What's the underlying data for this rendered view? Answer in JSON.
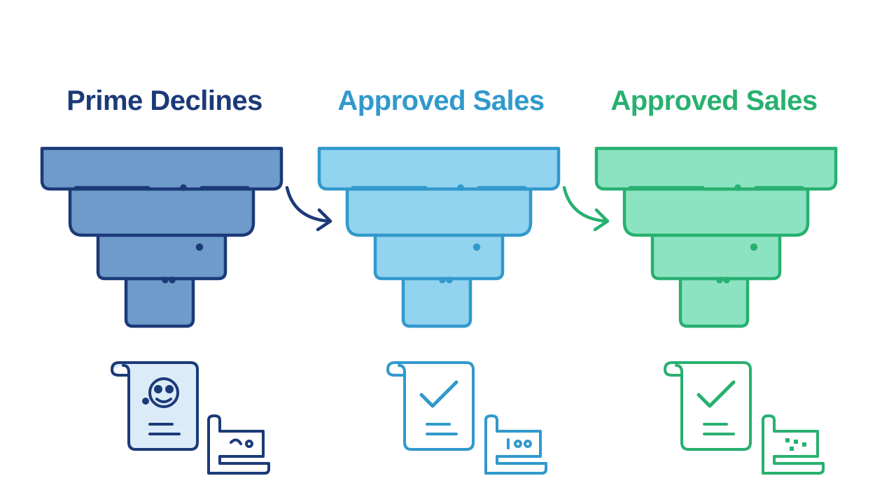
{
  "columns": [
    {
      "title": "Prime Declines",
      "stroke": "#1b3a78",
      "fill": "#6e9bca",
      "doc_fill": "#dcebf8",
      "doc_icon": "face-icon"
    },
    {
      "title": "Approved Sales",
      "stroke": "#3199cc",
      "fill": "#92d3f0",
      "doc_fill": "#ffffff",
      "doc_icon": "checkmark-icon"
    },
    {
      "title": "Approved Sales",
      "stroke": "#28b070",
      "fill": "#8ce3c1",
      "doc_fill": "#ffffff",
      "doc_icon": "checkmark-icon"
    }
  ],
  "connectors": [
    {
      "from": 0,
      "to": 1,
      "stroke": "#1b3a78",
      "icon": "curved-arrow-icon"
    },
    {
      "from": 1,
      "to": 2,
      "stroke": "#28b070",
      "icon": "curved-arrow-icon"
    }
  ]
}
